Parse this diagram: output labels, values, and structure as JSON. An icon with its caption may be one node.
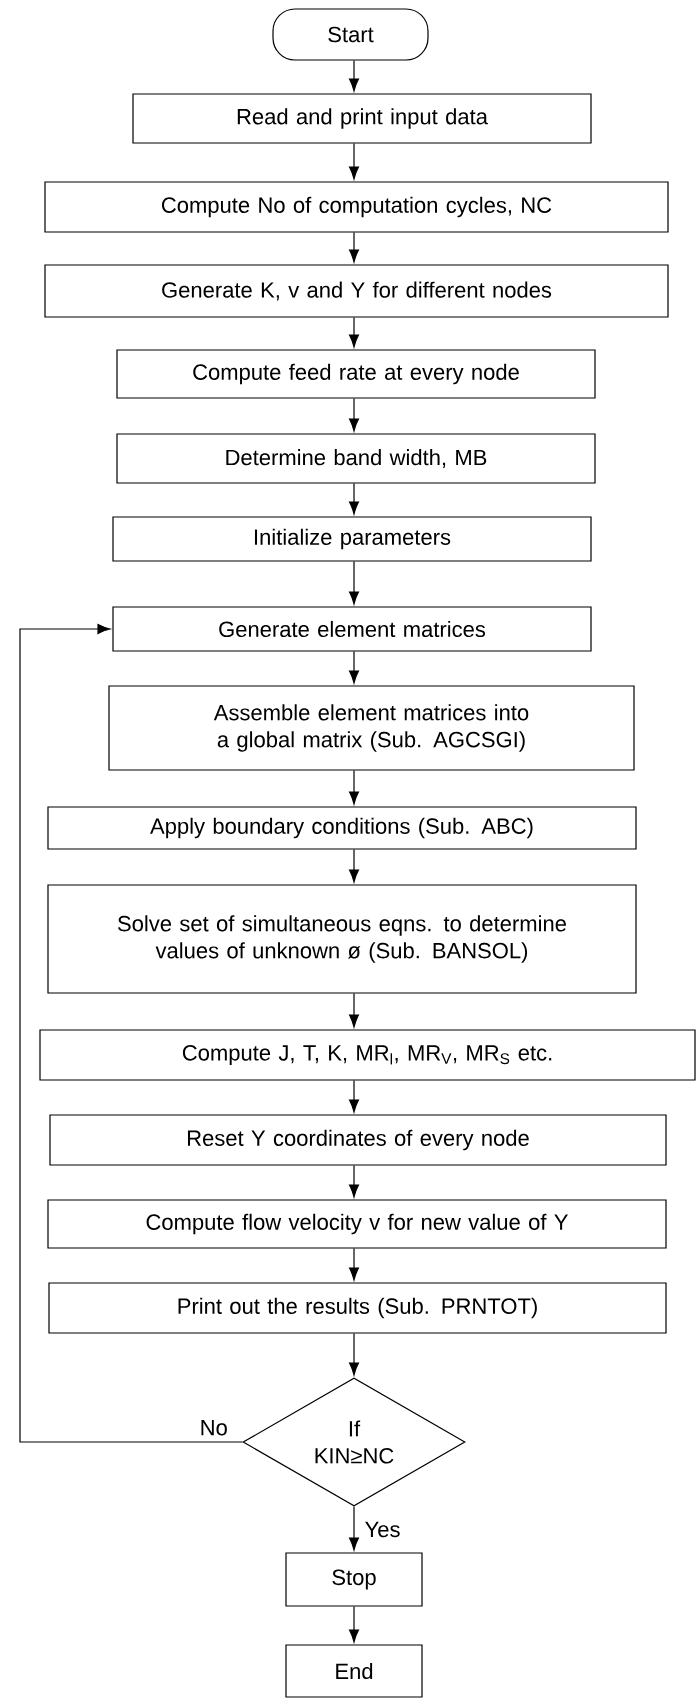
{
  "diagram": {
    "nodes": [
      {
        "text": [
          "Start"
        ]
      },
      {
        "text": [
          "Read and print input data"
        ]
      },
      {
        "text": [
          "Compute No of computation cycles, NC"
        ]
      },
      {
        "text": [
          "Generate K, v and Y for different nodes"
        ]
      },
      {
        "text": [
          "Compute feed rate at every node"
        ]
      },
      {
        "text": [
          "Determine band width, MB"
        ]
      },
      {
        "text": [
          "Initialize parameters"
        ]
      },
      {
        "text": [
          "Generate element matrices"
        ]
      },
      {
        "text": [
          "Assemble element matrices into a global matrix (Sub. AGCSGI)"
        ]
      },
      {
        "text": [
          "Apply boundary conditions (Sub. ABC)"
        ]
      },
      {
        "text": [
          "Solve set of simultaneous eqns. to determine values of unknown ø (Sub. BANSOL)"
        ]
      },
      {
        "text": [
          "Compute J, T, K, MR$_{l}$, MR$_{V}$, MR$_{S}$ etc."
        ]
      },
      {
        "text": [
          "Reset Y coordinates of every node"
        ]
      },
      {
        "text": [
          "Compute flow velocity v for new value of Y"
        ]
      },
      {
        "text": [
          "Print out the results (Sub. PRNTOT)"
        ]
      },
      {
        "text": [
          "If KIN≥NC"
        ]
      },
      {
        "text": [
          "Stop"
        ]
      },
      {
        "text": [
          "End"
        ]
      }
    ],
    "edges": [
      {
        "from": 0,
        "to": 1,
        "arrow": "to"
      },
      {
        "from": 1,
        "to": 2,
        "arrow": "to"
      },
      {
        "from": 2,
        "to": 3,
        "arrow": "to"
      },
      {
        "from": 3,
        "to": 4,
        "arrow": "to"
      },
      {
        "from": 4,
        "to": 5,
        "arrow": "to"
      },
      {
        "from": 5,
        "to": 6,
        "arrow": "to"
      },
      {
        "from": 6,
        "to": 7,
        "arrow": "to"
      },
      {
        "from": 7,
        "to": 8,
        "arrow": "to"
      },
      {
        "from": 8,
        "to": 9,
        "arrow": "to"
      },
      {
        "from": 9,
        "to": 10,
        "arrow": "to"
      },
      {
        "from": 10,
        "to": 11,
        "arrow": "to"
      },
      {
        "from": 11,
        "to": 12,
        "arrow": "to"
      },
      {
        "from": 12,
        "to": 13,
        "arrow": "to"
      },
      {
        "from": 13,
        "to": 14,
        "arrow": "to"
      },
      {
        "from": 14,
        "to": 15,
        "arrow": "to"
      },
      {
        "from": 15,
        "to": 7,
        "arrow": "to",
        "label": "No"
      },
      {
        "from": 15,
        "to": 16,
        "arrow": "to",
        "label": "Yes"
      },
      {
        "from": 16,
        "to": 17,
        "arrow": "to"
      }
    ]
  }
}
